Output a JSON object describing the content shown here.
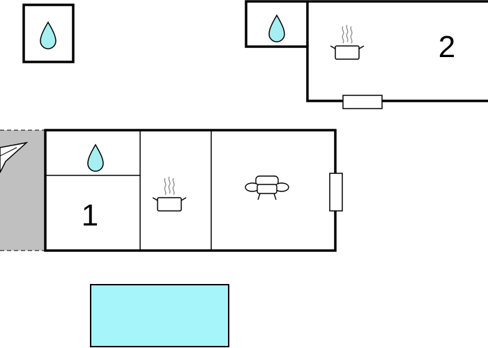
{
  "floorplan": {
    "room_numbers": {
      "unit1": "1",
      "unit2": "2"
    },
    "colors": {
      "wall": "#000000",
      "water_fill": "#a6eef2",
      "pool_fill": "#a6f5fb",
      "terrace_fill": "#c0c0c0",
      "appliance_fill": "#ffffff"
    },
    "icons": {
      "bathroom": "water-drop-icon",
      "kitchen": "cooking-pot-icon",
      "living_room": "sofa-icon",
      "entrance": "compass-arrow-icon",
      "door": "door-rectangle"
    },
    "features": [
      "bathroom",
      "kitchen",
      "living-room",
      "terrace",
      "swimming-pool"
    ]
  }
}
